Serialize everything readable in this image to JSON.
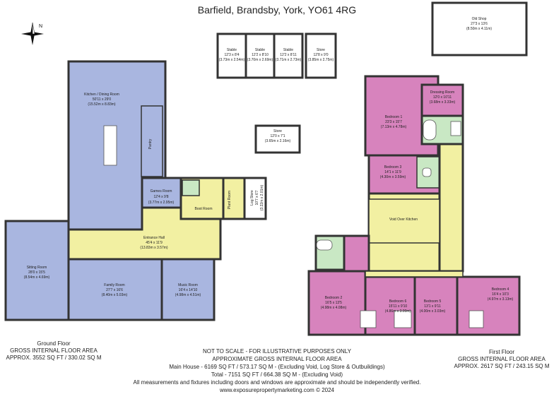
{
  "title": "Barfield, Brandsby, York, YO61 4RG",
  "colors": {
    "blue": "#a9b6e0",
    "yellow": "#f2f0a2",
    "pink": "#d783bd",
    "green": "#c9e8c4",
    "wall": "#333333"
  },
  "rooms": {
    "kitchen": {
      "name": "Kitchen / Dining Room",
      "imperial": "50'11 x 29'0",
      "metric": "(15.52m x 8.83m)"
    },
    "pantry": {
      "name": "Pantry"
    },
    "games": {
      "name": "Games Room",
      "imperial": "12'4 x 9'8",
      "metric": "(3.77m x 2.95m)"
    },
    "boot": {
      "name": "Boot Room"
    },
    "plant": {
      "name": "Plant Room"
    },
    "log": {
      "name": "Log Store",
      "imperial": "10'7 x 6'7",
      "metric": "(3.22m x 2.01m)"
    },
    "entrance": {
      "name": "Entrance Hall",
      "imperial": "45'4 x 11'9",
      "metric": "(13.83m x 3.57m)"
    },
    "sitting": {
      "name": "Sitting Room",
      "imperial": "28'0 x 15'5",
      "metric": "(8.54m x 4.69m)"
    },
    "family": {
      "name": "Family Room",
      "imperial": "27'7 x 16'6",
      "metric": "(8.40m x 5.03m)"
    },
    "music": {
      "name": "Music Room",
      "imperial": "16'4 x 14'10",
      "metric": "(4.98m x 4.51m)"
    },
    "stable1": {
      "name": "Stable",
      "imperial": "12'3 x 8'4",
      "metric": "(3.73m x 2.54m)"
    },
    "stable2": {
      "name": "Stable",
      "imperial": "12'2 x 8'10",
      "metric": "(3.70m x 2.69m)"
    },
    "stable3": {
      "name": "Stable",
      "imperial": "12'2 x 8'11",
      "metric": "(3.71m x 2.73m)"
    },
    "store1": {
      "name": "Store",
      "imperial": "12'8 x 9'0",
      "metric": "(3.85m x 2.75m)"
    },
    "store2": {
      "name": "Store",
      "imperial": "12'0 x 7'1",
      "metric": "(3.65m x 2.16m)"
    },
    "oldshop": {
      "name": "Old Shop",
      "imperial": "27'3 x 13'6",
      "metric": "(8.50m x 4.11m)"
    },
    "dressing": {
      "name": "Dressing Room",
      "imperial": "12'0 x 10'11",
      "metric": "(3.68m x 3.33m)"
    },
    "bed1": {
      "name": "Bedroom 1",
      "imperial": "23'3 x 15'7",
      "metric": "(7.13m x 4.78m)"
    },
    "bed3": {
      "name": "Bedroom 3",
      "imperial": "14'1 x 11'9",
      "metric": "(4.30m x 3.59m)"
    },
    "void": {
      "name": "Void Over Kitchen"
    },
    "bed2": {
      "name": "Bedroom 2",
      "imperial": "16'5 x 13'5",
      "metric": "(4.98m x 4.08m)"
    },
    "bed6": {
      "name": "Bedroom 6",
      "imperial": "15'11 x 9'10",
      "metric": "(4.86m x 3.00m)"
    },
    "bed5": {
      "name": "Bedroom 5",
      "imperial": "13'1 x 9'11",
      "metric": "(4.00m x 3.03m)"
    },
    "bed4": {
      "name": "Bedroom 4",
      "imperial": "16'4 x 10'3",
      "metric": "(4.97m x 3.13m)"
    }
  },
  "ground_floor": {
    "title": "Ground Floor",
    "label": "GROSS INTERNAL FLOOR AREA",
    "area": "APPROX. 3552 SQ FT / 330.02 SQ M"
  },
  "first_floor": {
    "title": "First Floor",
    "label": "GROSS INTERNAL FLOOR AREA",
    "area": "APPROX. 2617 SQ FT / 243.15 SQ M"
  },
  "notes": {
    "line1": "NOT TO SCALE - FOR ILLUSTRATIVE PURPOSES ONLY",
    "line2": "APPROXIMATE GROSS INTERNAL FLOOR AREA",
    "line3": "Main House - 6169 SQ FT / 573.17 SQ M - (Excluding Void, Log Store & Outbuildings)",
    "line4": "Total - 7151 SQ FT / 664.38 SQ M - (Excluding Void)",
    "line5": "All measurements and fixtures including doors and windows are approximate and should be independently verified.",
    "line6": "www.exposurepropertymarketing.com © 2024"
  }
}
